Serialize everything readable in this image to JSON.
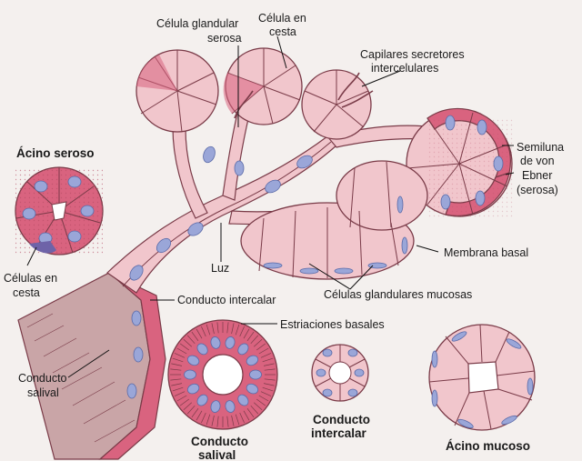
{
  "labels": {
    "celula_glandular_serosa": [
      "Célula glandular",
      "serosa"
    ],
    "celula_en_cesta_top": [
      "Célula en",
      "cesta"
    ],
    "capilares": [
      "Capilares secretores",
      "intercelulares"
    ],
    "semiluna": [
      "Semiluna",
      "de von",
      "Ebner",
      "(serosa)"
    ],
    "membrana_basal": "Membrana basal",
    "celulas_mucosas": "Células glandulares mucosas",
    "luz": "Luz",
    "conducto_intercalar": "Conducto intercalar",
    "estriaciones": "Estriaciones basales",
    "celulas_en_cesta_left": [
      "Células en",
      "cesta"
    ],
    "conducto_salival_left": [
      "Conducto",
      "salival"
    ],
    "acino_seroso": "Ácino seroso",
    "conducto_salival_bottom": [
      "Conducto",
      "salival"
    ],
    "conducto_intercalar_bottom": [
      "Conducto",
      "intercalar"
    ],
    "acino_mucoso": "Ácino mucoso"
  },
  "colors": {
    "serous": "#d9637f",
    "serous_light": "#eaa3b4",
    "mucous": "#f1c6cc",
    "mucous_edge": "#b5707d",
    "nucleus": "#9aa6d8",
    "nucleus_dark": "#5a6aa8",
    "duct": "#c9a5a7",
    "basket": "#6e63a8",
    "outline": "#7a3b48"
  }
}
